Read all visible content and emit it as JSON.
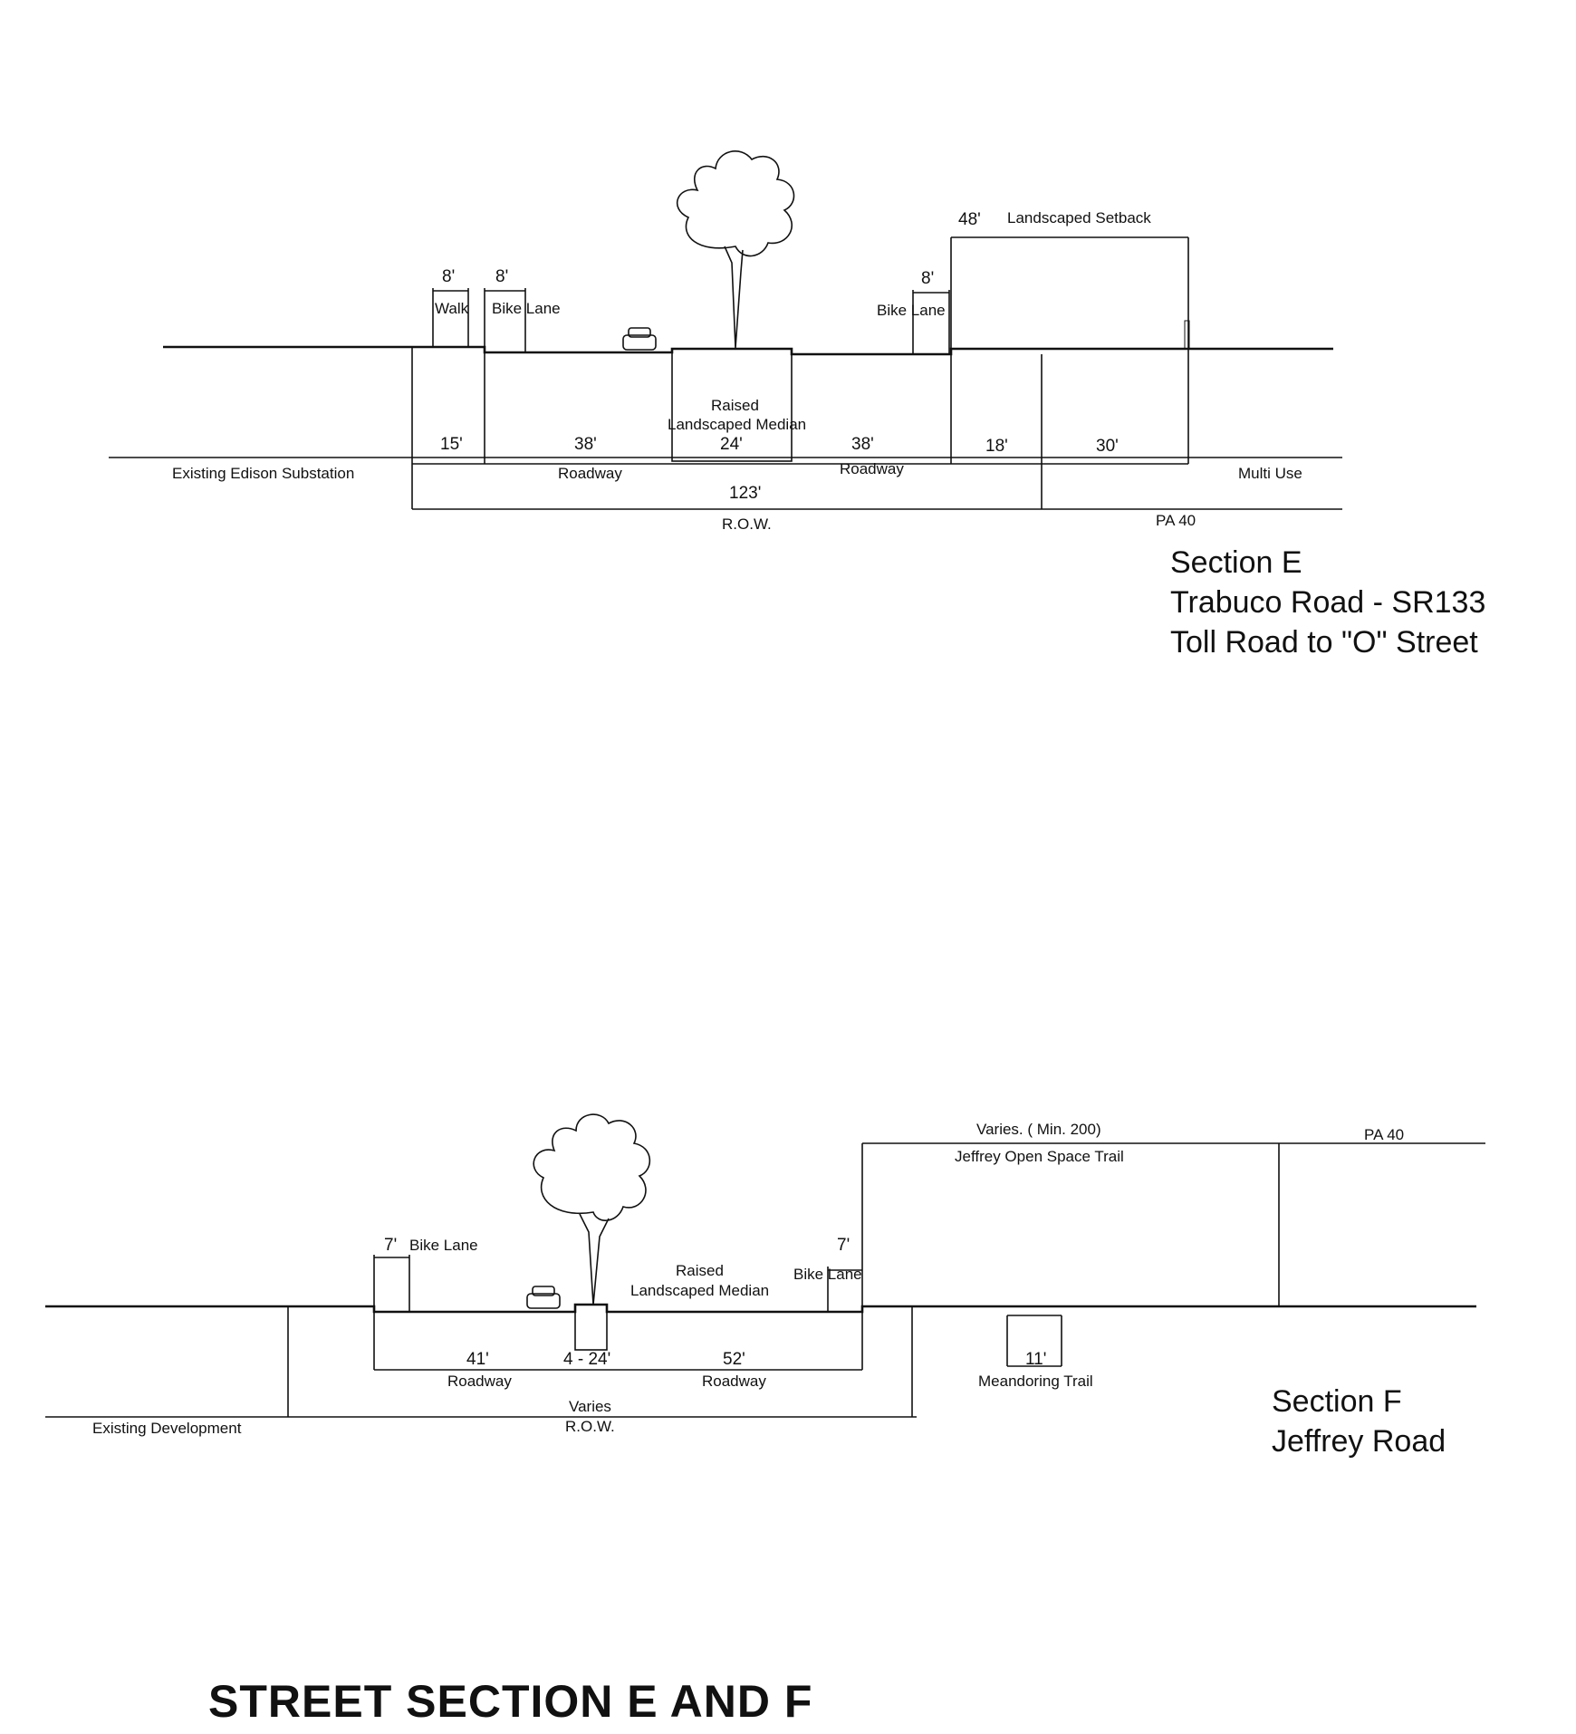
{
  "page_title": "STREET SECTION E AND F",
  "section_e": {
    "title_lines": [
      "Section E",
      "Trabuco Road - SR133",
      "Toll Road to \"O\" Street"
    ],
    "dims": {
      "walk": "8'",
      "bike_lane_left": "8'",
      "bike_lane_right": "8'",
      "setback": "48'",
      "left_buffer": "15'",
      "roadway_left": "38'",
      "median": "24'",
      "roadway_right": "38'",
      "parkway_right": "18'",
      "multi_use_width": "30'",
      "row_total": "123'"
    },
    "labels": {
      "walk": "Walk",
      "bike_lane_left": "Bike Lane",
      "bike_lane_right": "Bike Lane",
      "setback": "Landscaped Setback",
      "median_line1": "Raised",
      "median_line2": "Landscaped Median",
      "roadway_left": "Roadway",
      "roadway_right": "Roadway",
      "existing": "Existing Edison Substation",
      "multi_use": "Multi Use",
      "row": "R.O.W.",
      "pa": "PA 40"
    }
  },
  "section_f": {
    "title_lines": [
      "Section F",
      "Jeffrey Road"
    ],
    "dims": {
      "bike_lane_left": "7'",
      "bike_lane_right": "7'",
      "roadway_left": "41'",
      "median": "4 - 24'",
      "roadway_right": "52'",
      "trail": "11'",
      "open_space": "Varies. ( Min. 200)"
    },
    "labels": {
      "bike_lane_left": "Bike Lane",
      "bike_lane_right": "Bike Lane",
      "median_line1": "Raised",
      "median_line2": "Landscaped Median",
      "open_space": "Jeffrey Open Space Trail",
      "pa": "PA 40",
      "roadway_left": "Roadway",
      "roadway_right": "Roadway",
      "trail": "Meandoring Trail",
      "row_top": "Varies",
      "row": "R.O.W.",
      "existing": "Existing Development"
    }
  }
}
